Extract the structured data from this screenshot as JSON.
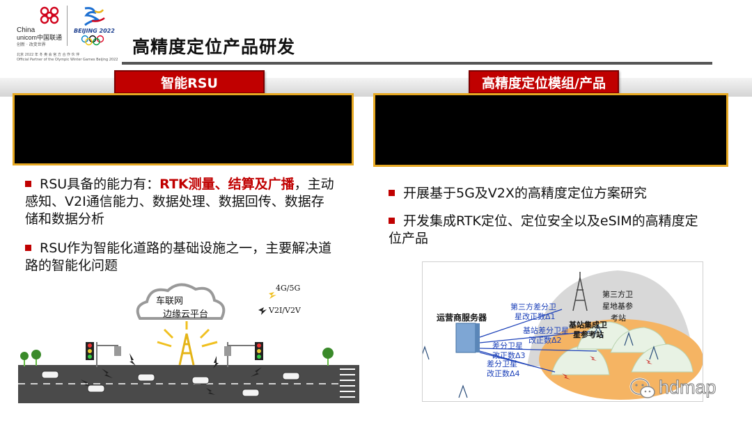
{
  "header": {
    "brand_line1": "China",
    "brand_line2": "unicom中国联通",
    "brand_slogan": "创新 · 改变世界",
    "olympic_text": "BEIJING 2022",
    "partner_cn": "北京 2022 年 冬 奥 会 官 方 合 作 伙 伴",
    "partner_en": "Official Partner of the Olympic Winter Games Beijing 2022",
    "title": "高精度定位产品研发"
  },
  "left": {
    "section_label": "智能RSU",
    "bullets": [
      {
        "prefix": "RSU具备的能力有：",
        "highlight": "RTK测量、结算及广播",
        "suffix": "，主动感知、V2I通信能力、数据处理、数据回传、数据存储和数据分析"
      },
      {
        "text": "RSU作为智能化道路的基础设施之一，主要解决道路的智能化问题"
      }
    ],
    "diagram": {
      "cloud_line1": "车联网",
      "cloud_line2": "边缘云平台",
      "signal_4g": "4G/5G",
      "signal_v2i": "V2I/V2V"
    }
  },
  "right": {
    "section_label": "高精度定位模组/产品",
    "bullets": [
      {
        "text": "开展基于5G及V2X的高精度定位方案研究"
      },
      {
        "text": "开发集成RTK定位、定位安全以及eSIM的高精度定位产品"
      }
    ],
    "diagram": {
      "server_label": "运营商服务器",
      "third_party_station_l1": "第三方卫",
      "third_party_station_l2": "星地基参",
      "third_party_station_l3": "考站",
      "third_party_corr_l1": "第三方差分卫",
      "third_party_corr_l2": "星改正数Δ1",
      "base_station_l1": "基站集成卫",
      "base_station_l2": "星参考站",
      "base_corr_l1": "基站差分卫星",
      "base_corr_l2": "改正数Δ2",
      "corr3_l1": "差分卫星",
      "corr3_l2": "改正数Δ3",
      "corr4_l1": "差分卫星",
      "corr4_l2": "改正数Δ4"
    }
  },
  "watermark": "hdmap"
}
